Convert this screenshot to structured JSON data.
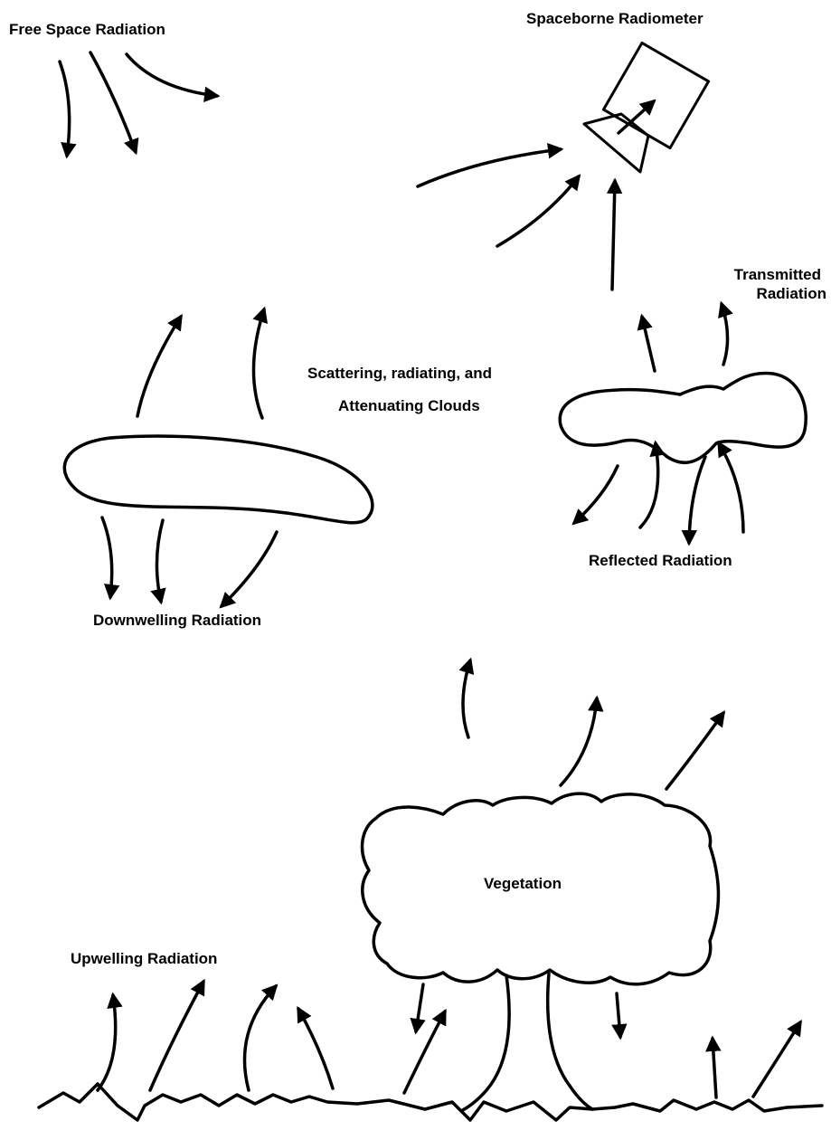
{
  "labels": {
    "free_space": "Free Space Radiation",
    "radiometer": "Spaceborne Radiometer",
    "transmitted_line1": "Transmitted",
    "transmitted_line2": "Radiation",
    "clouds_line1": "Scattering, radiating, and",
    "clouds_line2": "Attenuating Clouds",
    "reflected": "Reflected Radiation",
    "downwelling": "Downwelling Radiation",
    "vegetation": "Vegetation",
    "upwelling": "Upwelling Radiation"
  }
}
